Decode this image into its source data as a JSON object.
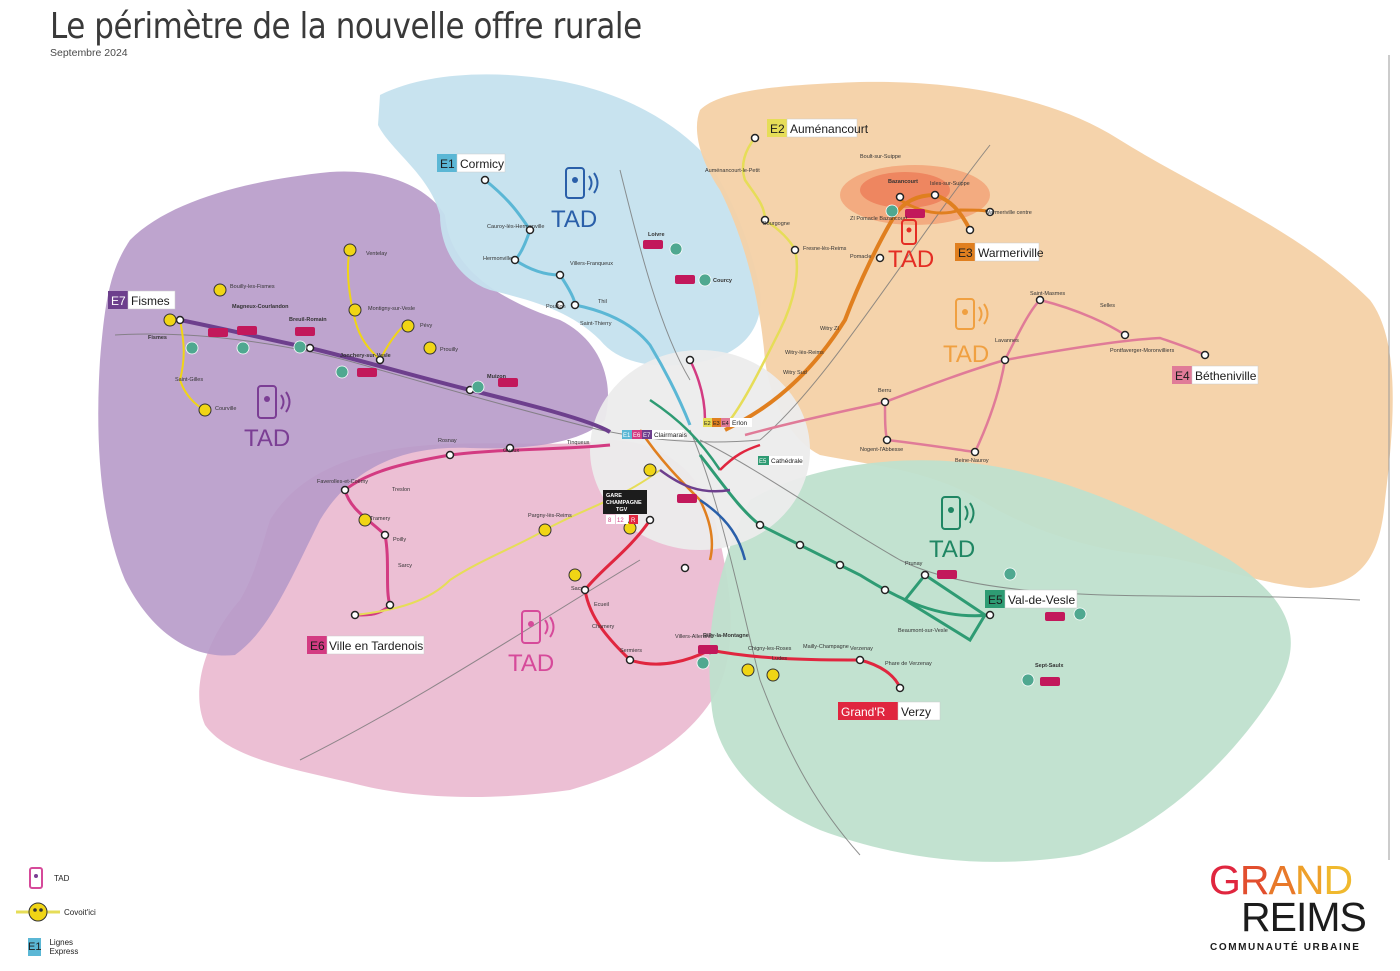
{
  "header": {
    "title": "Le périmètre de la nouvelle offre rurale",
    "date": "Septembre 2024"
  },
  "colors": {
    "E1": "#5bb7d5",
    "E2": "#e6dd58",
    "E3": "#e07f1f",
    "E4": "#e07b98",
    "E5": "#2e9b73",
    "E6": "#d33b82",
    "E7": "#6d3f8d",
    "grand_r": "#e0263f",
    "covoit": "#f0d515",
    "tad_red": "#e42d24"
  },
  "zones": [
    {
      "id": "E1",
      "tad": "TAD",
      "tad_color": "#2a5fa9"
    },
    {
      "id": "E3",
      "tad": "TAD",
      "tad_color": "#e42d24"
    },
    {
      "id": "E4",
      "tad": "TAD",
      "tad_color": "#f0a041"
    },
    {
      "id": "E5",
      "tad": "TAD",
      "tad_color": "#1f8663"
    },
    {
      "id": "E6",
      "tad": "TAD",
      "tad_color": "#d64a9a"
    },
    {
      "id": "E7",
      "tad": "TAD",
      "tad_color": "#7b3e94"
    }
  ],
  "lines": [
    {
      "code": "E1",
      "name": "Cormicy"
    },
    {
      "code": "E2",
      "name": "Auménancourt"
    },
    {
      "code": "E3",
      "name": "Warmeriville"
    },
    {
      "code": "E4",
      "name": "Bétheniville"
    },
    {
      "code": "E5",
      "name": "Val-de-Vesle"
    },
    {
      "code": "E6",
      "name": "Ville en Tardenois"
    },
    {
      "code": "E7",
      "name": "Fismes"
    },
    {
      "code": "Grand'R",
      "name": "Verzy"
    }
  ],
  "stations": {
    "gare_tgv": [
      "GARE",
      "CHAMPAGNE",
      "TGV"
    ],
    "hub_clairmarais": "Clairmarais",
    "hub_erlon": "Erlon",
    "hub_cathedrale": "Cathédrale",
    "hub_clairmarais_codes": [
      "E1",
      "E6",
      "E7"
    ],
    "hub_erlon_codes": [
      "E2",
      "E3",
      "E4"
    ],
    "hub_cathedrale_code": "E5",
    "gare_codes": [
      "8",
      "12",
      "R"
    ]
  },
  "places": {
    "cormicy_area": [
      "Cauroy-lès-Hermonville",
      "Hermonville",
      "Villers-Franqueux",
      "Pouillon",
      "Thil",
      "Saint-Thierry"
    ],
    "fismes_area": [
      "Fismes",
      "Magneux-Courlandon",
      "Breuil-Romain",
      "Jonchery-sur-Vesle",
      "Muizon",
      "Saint-Gilles",
      "Courville",
      "Bouilly-les-Fismes",
      "Ventelay",
      "Montigny-sur-Vesle",
      "Pévy",
      "Prouilly"
    ],
    "tardenois_area": [
      "Rosnay",
      "Gueux",
      "Tinqueux",
      "Faverolles-et-Coëmy",
      "Treslon",
      "Tramery",
      "Poilly",
      "Sarcy",
      "Pargny-lès-Reims",
      "Sacy",
      "Ecueil",
      "Chamery",
      "Sermiers"
    ],
    "verzy_area": [
      "Villers-Allerand",
      "Rilly-la-Montagne",
      "Chigny-les-Roses",
      "Ludes",
      "Mailly-Champagne",
      "Verzenay",
      "Phare de Verzenay"
    ],
    "val_de_vesle_area": [
      "Prunay",
      "Sept-Saulx",
      "Beaumont-sur-Vesle"
    ],
    "betheniville_area": [
      "Saint-Masmes",
      "Selles",
      "Pontfaverger-Moronvilliers",
      "Beine-Nauroy",
      "Nogent-l'Abbesse",
      "Berru",
      "Lavannes"
    ],
    "warmeriville_area": [
      "Bazancourt",
      "Boult-sur-Suippe",
      "Isles-sur-Suippe",
      "Warmeriville centre",
      "ZI Pomacle Bazancourt",
      "Pomacle",
      "Witry-lès-Reims",
      "Witry ZI",
      "Witry Sud"
    ],
    "aumenancourt_area": [
      "Auménancourt-le-Petit",
      "Bourgogne",
      "Fresne-lès-Reims"
    ],
    "lavannes_short": "Lavannes",
    "courcy": "Courcy",
    "loivre": "Loivre"
  },
  "legend": {
    "tad": "TAD",
    "covoit": "Covoit'ici",
    "express": "Lignes Express",
    "express_code": "E1"
  },
  "logo": {
    "grand": "GRAND",
    "reims": "REIMS",
    "sub": "COMMUNAUTÉ URBAINE"
  }
}
